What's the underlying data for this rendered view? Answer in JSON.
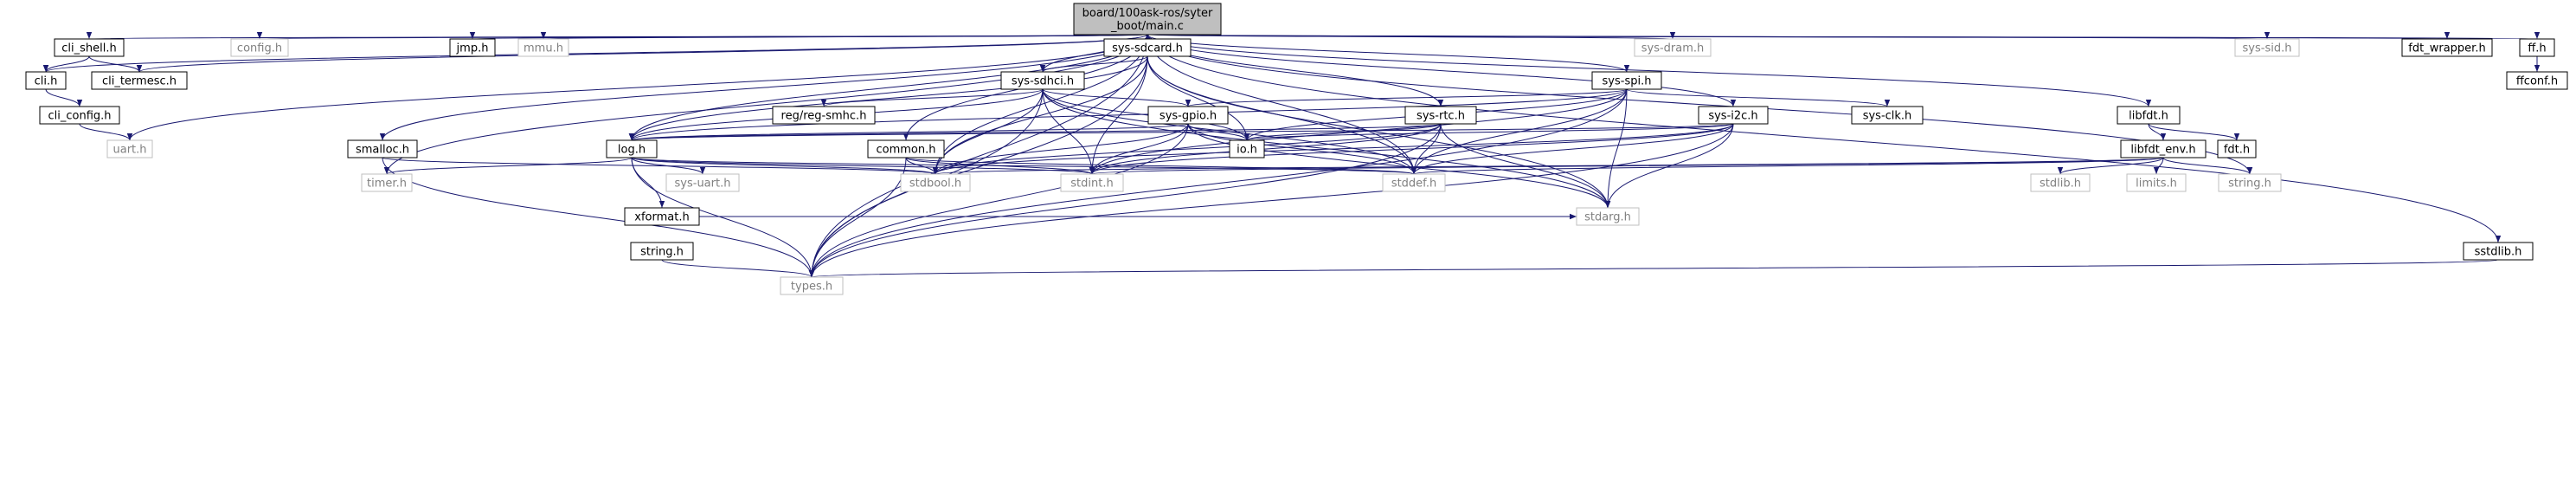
{
  "diagram": {
    "colors": {
      "edge": "#191970",
      "node_border": "#000000",
      "node_border_nodoc": "#bfbfbf",
      "node_fill": "#ffffff",
      "root_fill": "#bfbfbf",
      "text": "#000000",
      "text_nodoc": "#808080"
    },
    "nodes": [
      {
        "id": "main",
        "lines": [
          "board/100ask-ros/syter",
          "_boot/main.c"
        ],
        "style": "root"
      },
      {
        "id": "cli_shell",
        "lines": [
          "cli_shell.h"
        ],
        "style": "doc"
      },
      {
        "id": "config",
        "lines": [
          "config.h"
        ],
        "style": "nodoc"
      },
      {
        "id": "jmp",
        "lines": [
          "jmp.h"
        ],
        "style": "doc"
      },
      {
        "id": "mmu",
        "lines": [
          "mmu.h"
        ],
        "style": "nodoc"
      },
      {
        "id": "sys_sdcard",
        "lines": [
          "sys-sdcard.h"
        ],
        "style": "doc"
      },
      {
        "id": "sys_dram",
        "lines": [
          "sys-dram.h"
        ],
        "style": "nodoc"
      },
      {
        "id": "sys_sid",
        "lines": [
          "sys-sid.h"
        ],
        "style": "nodoc"
      },
      {
        "id": "fdt_wrapper",
        "lines": [
          "fdt_wrapper.h"
        ],
        "style": "doc"
      },
      {
        "id": "ff",
        "lines": [
          "ff.h"
        ],
        "style": "doc"
      },
      {
        "id": "cli",
        "lines": [
          "cli.h"
        ],
        "style": "doc"
      },
      {
        "id": "cli_termesc",
        "lines": [
          "cli_termesc.h"
        ],
        "style": "doc"
      },
      {
        "id": "sys_sdhci",
        "lines": [
          "sys-sdhci.h"
        ],
        "style": "doc"
      },
      {
        "id": "sys_spi",
        "lines": [
          "sys-spi.h"
        ],
        "style": "doc"
      },
      {
        "id": "ffconf",
        "lines": [
          "ffconf.h"
        ],
        "style": "doc"
      },
      {
        "id": "cli_config",
        "lines": [
          "cli_config.h"
        ],
        "style": "doc"
      },
      {
        "id": "reg_smhc",
        "lines": [
          "reg/reg-smhc.h"
        ],
        "style": "doc"
      },
      {
        "id": "sys_clk",
        "lines": [
          "sys-clk.h"
        ],
        "style": "doc"
      },
      {
        "id": "sys_gpio",
        "lines": [
          "sys-gpio.h"
        ],
        "style": "doc"
      },
      {
        "id": "sys_rtc",
        "lines": [
          "sys-rtc.h"
        ],
        "style": "doc"
      },
      {
        "id": "sys_i2c",
        "lines": [
          "sys-i2c.h"
        ],
        "style": "doc"
      },
      {
        "id": "libfdt",
        "lines": [
          "libfdt.h"
        ],
        "style": "doc"
      },
      {
        "id": "uart",
        "lines": [
          "uart.h"
        ],
        "style": "nodoc"
      },
      {
        "id": "smalloc",
        "lines": [
          "smalloc.h"
        ],
        "style": "doc"
      },
      {
        "id": "log",
        "lines": [
          "log.h"
        ],
        "style": "doc"
      },
      {
        "id": "common",
        "lines": [
          "common.h"
        ],
        "style": "doc"
      },
      {
        "id": "io",
        "lines": [
          "io.h"
        ],
        "style": "doc"
      },
      {
        "id": "fdt",
        "lines": [
          "fdt.h"
        ],
        "style": "doc"
      },
      {
        "id": "libfdt_env",
        "lines": [
          "libfdt_env.h"
        ],
        "style": "doc"
      },
      {
        "id": "timer",
        "lines": [
          "timer.h"
        ],
        "style": "nodoc"
      },
      {
        "id": "sys_uart",
        "lines": [
          "sys-uart.h"
        ],
        "style": "nodoc"
      },
      {
        "id": "stdbool",
        "lines": [
          "stdbool.h"
        ],
        "style": "nodoc"
      },
      {
        "id": "stdint",
        "lines": [
          "stdint.h"
        ],
        "style": "nodoc"
      },
      {
        "id": "stddef",
        "lines": [
          "stddef.h"
        ],
        "style": "nodoc"
      },
      {
        "id": "stdlib",
        "lines": [
          "stdlib.h"
        ],
        "style": "nodoc"
      },
      {
        "id": "limits",
        "lines": [
          "limits.h"
        ],
        "style": "nodoc"
      },
      {
        "id": "string_sys",
        "lines": [
          "string.h"
        ],
        "style": "nodoc"
      },
      {
        "id": "xformat",
        "lines": [
          "xformat.h"
        ],
        "style": "doc"
      },
      {
        "id": "stdarg",
        "lines": [
          "stdarg.h"
        ],
        "style": "nodoc"
      },
      {
        "id": "string_h",
        "lines": [
          "string.h"
        ],
        "style": "doc"
      },
      {
        "id": "sstdlib",
        "lines": [
          "sstdlib.h"
        ],
        "style": "doc"
      },
      {
        "id": "types",
        "lines": [
          "types.h"
        ],
        "style": "nodoc"
      }
    ],
    "edges": [
      [
        "main",
        "cli_shell"
      ],
      [
        "main",
        "config"
      ],
      [
        "main",
        "jmp"
      ],
      [
        "main",
        "mmu"
      ],
      [
        "main",
        "sys_sdcard"
      ],
      [
        "main",
        "sys_dram"
      ],
      [
        "main",
        "sys_sid"
      ],
      [
        "main",
        "fdt_wrapper"
      ],
      [
        "main",
        "ff"
      ],
      [
        "main",
        "cli"
      ],
      [
        "main",
        "cli_termesc"
      ],
      [
        "main",
        "uart"
      ],
      [
        "main",
        "timer"
      ],
      [
        "main",
        "smalloc"
      ],
      [
        "main",
        "log"
      ],
      [
        "main",
        "stdbool"
      ],
      [
        "main",
        "sys_sdhci"
      ],
      [
        "main",
        "common"
      ],
      [
        "main",
        "sys_rtc"
      ],
      [
        "main",
        "sys_spi"
      ],
      [
        "main",
        "sys_i2c"
      ],
      [
        "main",
        "stddef"
      ],
      [
        "main",
        "libfdt"
      ],
      [
        "main",
        "string_sys"
      ],
      [
        "main",
        "types"
      ],
      [
        "main",
        "sstdlib"
      ],
      [
        "cli_shell",
        "cli"
      ],
      [
        "cli_shell",
        "cli_termesc"
      ],
      [
        "cli",
        "cli_config"
      ],
      [
        "cli_config",
        "uart"
      ],
      [
        "ff",
        "ffconf"
      ],
      [
        "sys_sdcard",
        "sys_sdhci"
      ],
      [
        "sys_sdcard",
        "log"
      ],
      [
        "sys_sdcard",
        "types"
      ],
      [
        "sys_sdcard",
        "stdbool"
      ],
      [
        "sys_sdcard",
        "stdint"
      ],
      [
        "sys_sdcard",
        "io"
      ],
      [
        "sys_sdcard",
        "stddef"
      ],
      [
        "sys_sdcard",
        "stdarg"
      ],
      [
        "sys_sdhci",
        "reg_smhc"
      ],
      [
        "sys_sdhci",
        "sys_gpio"
      ],
      [
        "sys_sdhci",
        "log"
      ],
      [
        "sys_sdhci",
        "io"
      ],
      [
        "sys_sdhci",
        "stdbool"
      ],
      [
        "sys_sdhci",
        "stdint"
      ],
      [
        "sys_sdhci",
        "stddef"
      ],
      [
        "sys_sdhci",
        "types"
      ],
      [
        "sys_sdhci",
        "stdarg"
      ],
      [
        "sys_spi",
        "sys_clk"
      ],
      [
        "sys_spi",
        "sys_gpio"
      ],
      [
        "sys_spi",
        "log"
      ],
      [
        "sys_spi",
        "io"
      ],
      [
        "sys_spi",
        "stdint"
      ],
      [
        "sys_spi",
        "stddef"
      ],
      [
        "sys_spi",
        "stdarg"
      ],
      [
        "sys_spi",
        "types"
      ],
      [
        "sys_gpio",
        "log"
      ],
      [
        "sys_gpio",
        "io"
      ],
      [
        "sys_gpio",
        "stdbool"
      ],
      [
        "sys_gpio",
        "stdint"
      ],
      [
        "sys_gpio",
        "stddef"
      ],
      [
        "sys_gpio",
        "stdarg"
      ],
      [
        "sys_gpio",
        "types"
      ],
      [
        "sys_rtc",
        "log"
      ],
      [
        "sys_rtc",
        "io"
      ],
      [
        "sys_rtc",
        "stdbool"
      ],
      [
        "sys_rtc",
        "stdint"
      ],
      [
        "sys_rtc",
        "stddef"
      ],
      [
        "sys_rtc",
        "stdarg"
      ],
      [
        "sys_rtc",
        "types"
      ],
      [
        "sys_i2c",
        "log"
      ],
      [
        "sys_i2c",
        "io"
      ],
      [
        "sys_i2c",
        "stdbool"
      ],
      [
        "sys_i2c",
        "stdint"
      ],
      [
        "sys_i2c",
        "stddef"
      ],
      [
        "sys_i2c",
        "stdarg"
      ],
      [
        "sys_i2c",
        "types"
      ],
      [
        "libfdt",
        "libfdt_env"
      ],
      [
        "libfdt",
        "fdt"
      ],
      [
        "libfdt_env",
        "stdbool"
      ],
      [
        "libfdt_env",
        "stdint"
      ],
      [
        "libfdt_env",
        "stddef"
      ],
      [
        "libfdt_env",
        "stdlib"
      ],
      [
        "libfdt_env",
        "limits"
      ],
      [
        "libfdt_env",
        "string_sys"
      ],
      [
        "smalloc",
        "types"
      ],
      [
        "smalloc",
        "stdbool"
      ],
      [
        "log",
        "timer"
      ],
      [
        "log",
        "sys_uart"
      ],
      [
        "log",
        "xformat"
      ],
      [
        "log",
        "stdbool"
      ],
      [
        "log",
        "stdint"
      ],
      [
        "log",
        "stddef"
      ],
      [
        "log",
        "types"
      ],
      [
        "common",
        "types"
      ],
      [
        "common",
        "stdbool"
      ],
      [
        "common",
        "stdint"
      ],
      [
        "common",
        "stddef"
      ],
      [
        "xformat",
        "stdarg"
      ],
      [
        "string_h",
        "types"
      ],
      [
        "sstdlib",
        "types"
      ]
    ]
  }
}
